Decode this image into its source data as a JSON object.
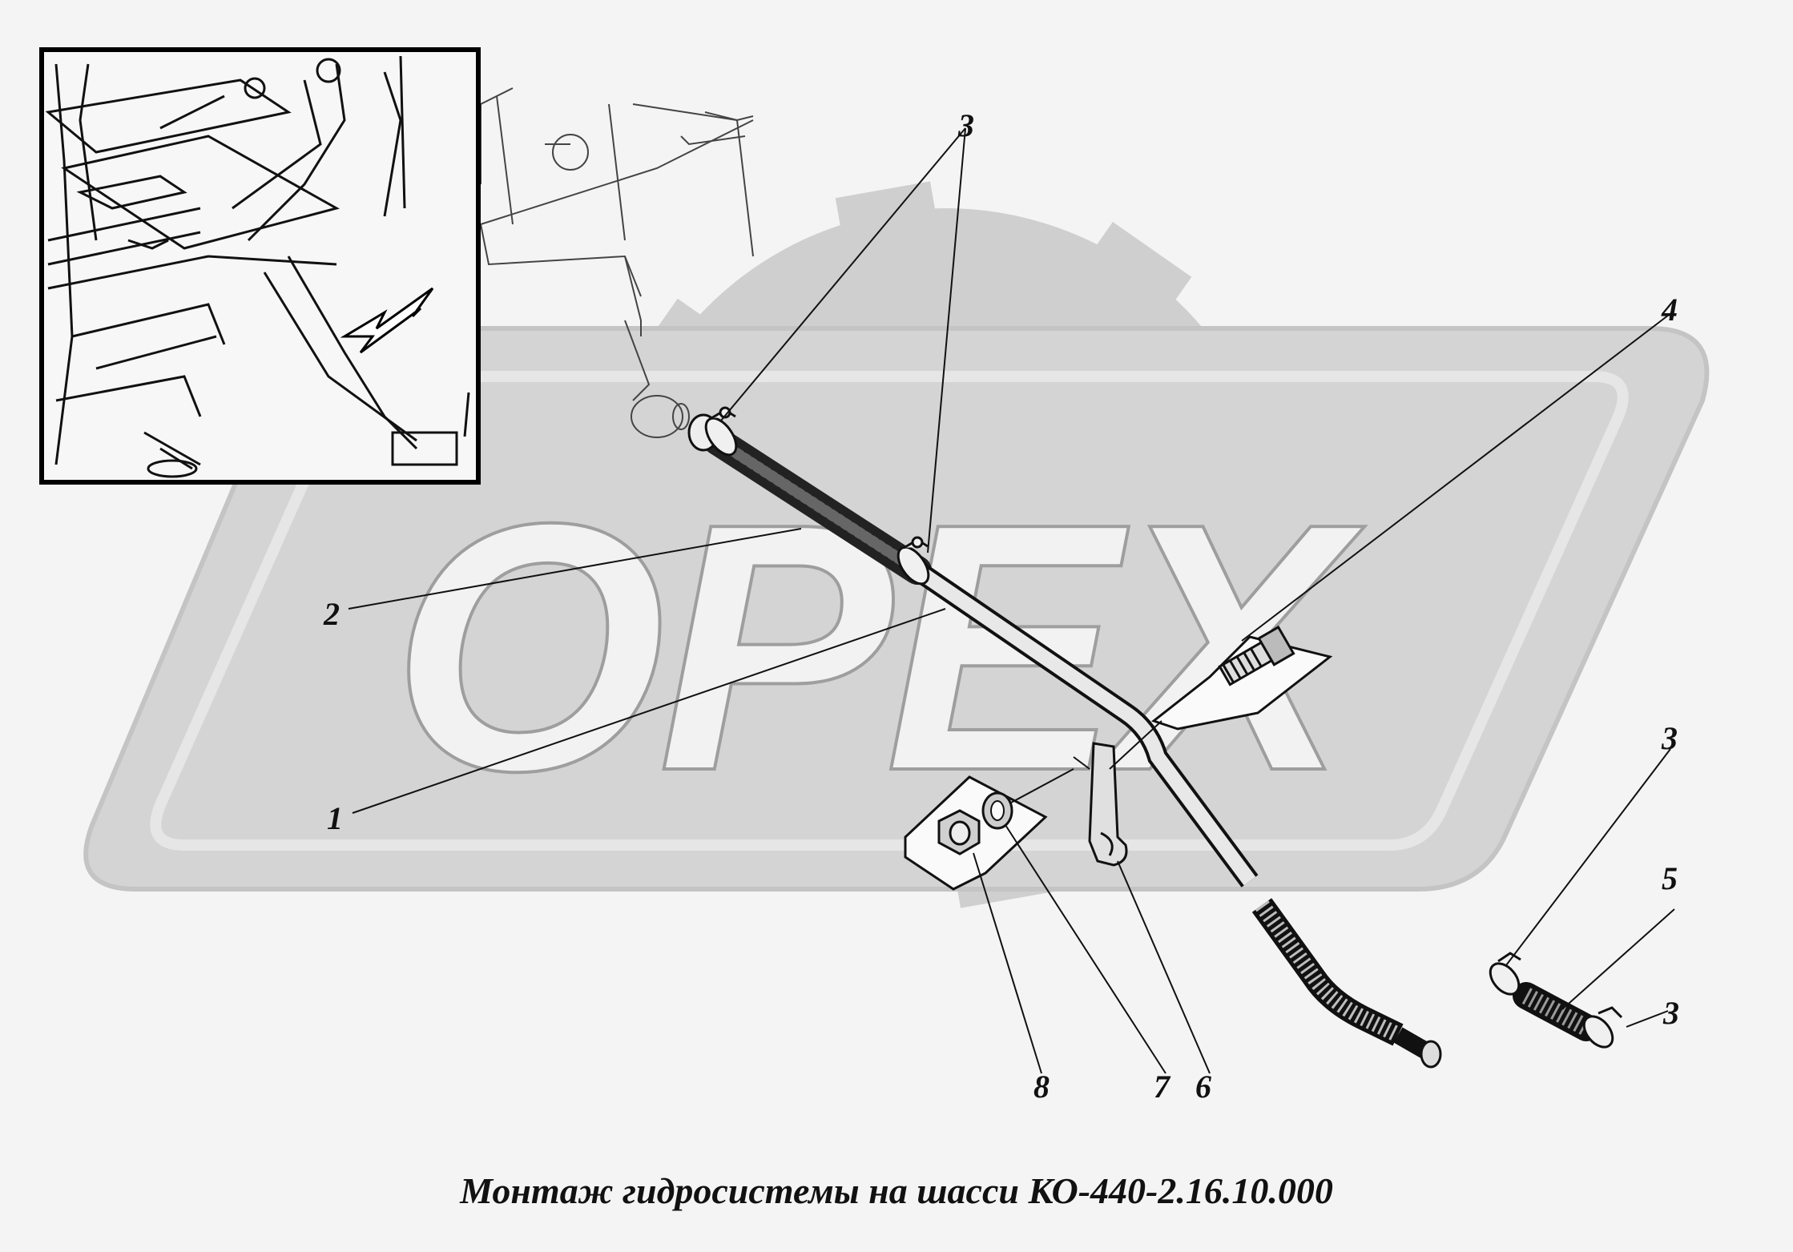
{
  "watermark": {
    "text": "OPEX",
    "color": "#cfcfcf",
    "outline": "#a8a8a8"
  },
  "colors": {
    "ink": "#111111",
    "paper": "#f4f4f4",
    "inset_frame": "#000000"
  },
  "callouts": {
    "c1": "1",
    "c2": "2",
    "c3a": "3",
    "c3b": "3",
    "c3c": "3",
    "c4": "4",
    "c5": "5",
    "c6": "6",
    "c7": "7",
    "c8": "8"
  },
  "caption": "Монтаж гидросистемы на шасси КО-440-2.16.10.000",
  "icons": [
    "gear-watermark",
    "arrow-pointer"
  ]
}
